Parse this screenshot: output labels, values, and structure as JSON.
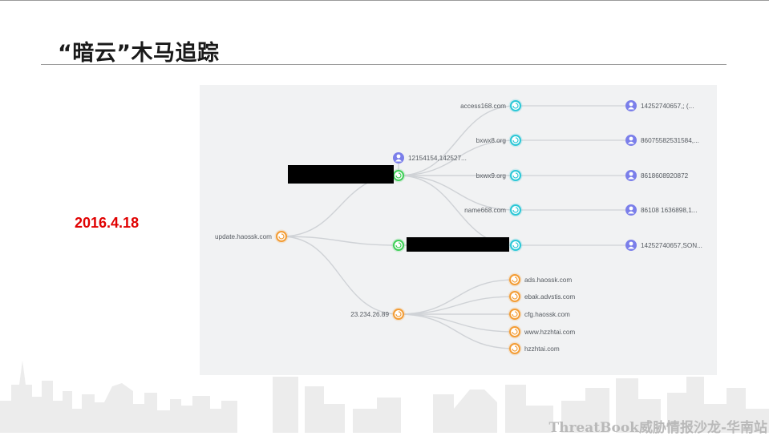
{
  "slide": {
    "title": "“暗云”木马追踪",
    "date": "2016.4.18",
    "watermark": "ThreatBook威胁情报沙龙-华南站"
  },
  "graph": {
    "colors": {
      "edge": "#cfd2d6",
      "domain": "#f39c34",
      "domain_cyan": "#2bc7d6",
      "ip_green": "#3fcf57",
      "account": "#7b7fea",
      "redaction": "#000000"
    },
    "root": {
      "label": "update.haossk.com",
      "icon": "domain-icon"
    },
    "hubs": [
      {
        "id": "hub-top",
        "label": "",
        "redacted": true,
        "icon": "ip-icon"
      },
      {
        "id": "hub-mid",
        "label": "",
        "redacted": true,
        "icon": "ip-icon"
      },
      {
        "id": "hub-ip",
        "label": "23.234.26.89",
        "icon": "ip-icon"
      }
    ],
    "hub_account": {
      "label": "12154154,142527...",
      "icon": "account-icon"
    },
    "domains": [
      {
        "label": "access168.com",
        "account": "14252740657,; (..."
      },
      {
        "label": "bxwx8.org",
        "account": "86075582531584,..."
      },
      {
        "label": "bxwx9.org",
        "account": "8618608920872"
      },
      {
        "label": "name668.com",
        "account": "86108 1636898,1..."
      },
      {
        "label": "",
        "redacted": true,
        "account": "14252740657,SON..."
      }
    ],
    "subdomains": [
      {
        "label": "ads.haossk.com"
      },
      {
        "label": "ebak.advstis.com"
      },
      {
        "label": "cfg.haossk.com"
      },
      {
        "label": "www.hzzhtai.com"
      },
      {
        "label": "hzzhtai.com"
      }
    ]
  }
}
